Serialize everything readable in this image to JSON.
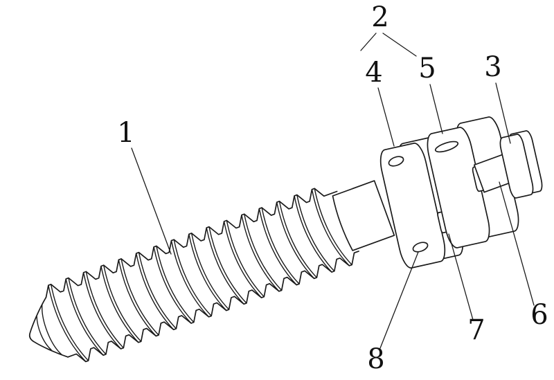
{
  "figure": {
    "background": "#ffffff",
    "line_color": "#1a1a1a",
    "labels": {
      "l1": "1",
      "l2": "2",
      "l3": "3",
      "l4": "4",
      "l5": "5",
      "l6": "6",
      "l7": "7",
      "l8": "8"
    }
  }
}
